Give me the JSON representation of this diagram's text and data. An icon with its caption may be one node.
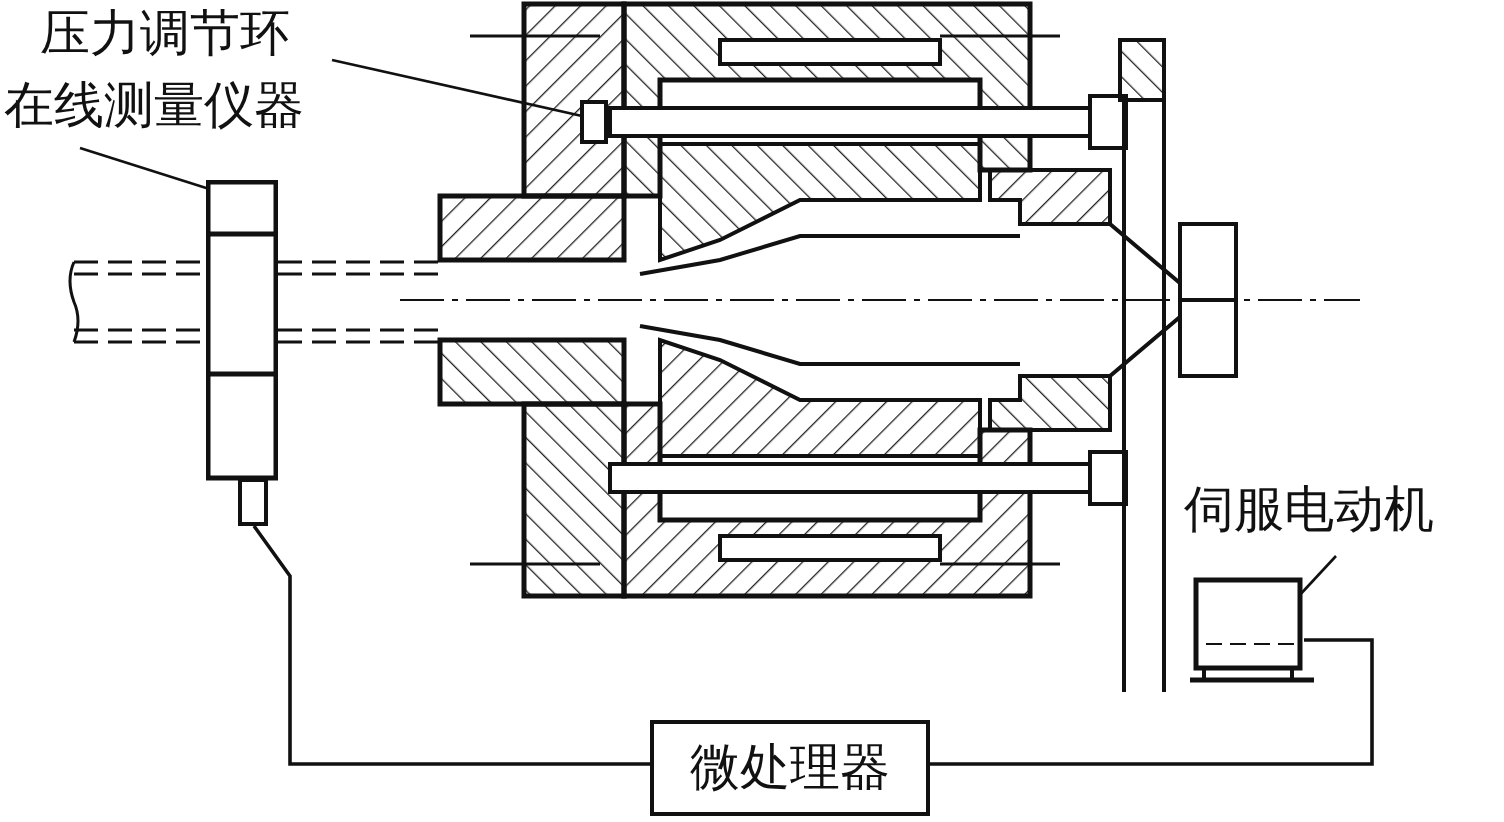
{
  "diagram": {
    "nodes": [
      {
        "text": [
          "压力调节环"
        ]
      },
      {
        "text": [
          "在线测量仪器"
        ]
      },
      {
        "text": [
          "伺服电动机"
        ]
      },
      {
        "text": [],
        "shape": "box"
      },
      {
        "text": [],
        "shape": "box"
      },
      {
        "text": [],
        "shape": "box"
      },
      {
        "text": [
          "微处理器"
        ]
      }
    ],
    "edges": [
      {
        "from": 0,
        "to": 3,
        "arrow": "none"
      },
      {
        "from": 1,
        "to": 4,
        "arrow": "none"
      },
      {
        "from": 2,
        "to": 5,
        "arrow": "none"
      },
      {
        "from": 4,
        "to": 6,
        "arrow": "none"
      },
      {
        "from": 6,
        "to": 5,
        "arrow": "none"
      }
    ]
  }
}
